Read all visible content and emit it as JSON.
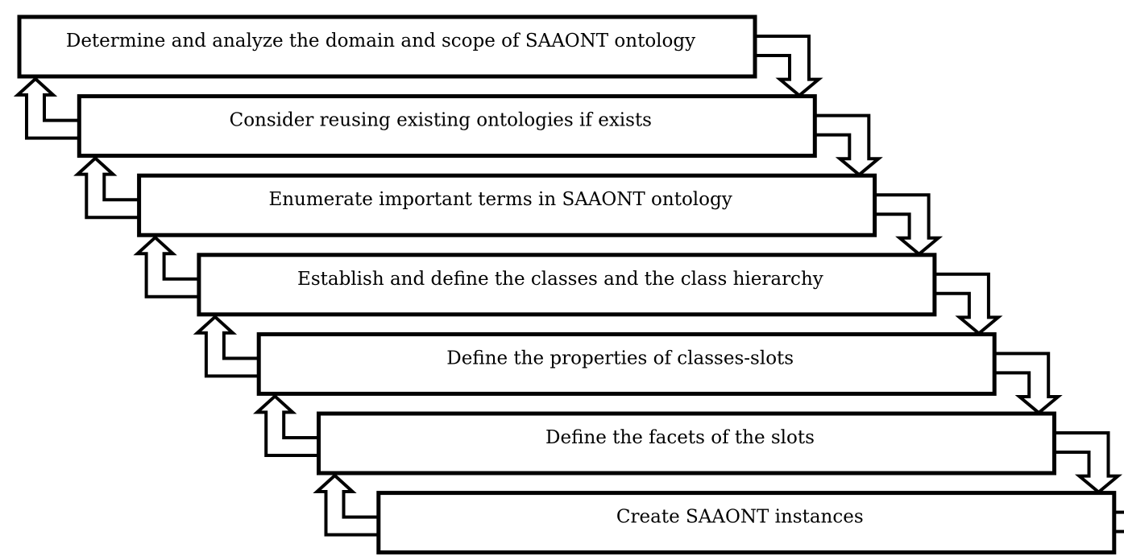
{
  "diagram": {
    "steps": [
      {
        "label": "Determine and analyze the domain and scope of SAAONT ontology"
      },
      {
        "label": "Consider reusing existing ontologies if exists"
      },
      {
        "label": "Enumerate important terms in SAAONT ontology"
      },
      {
        "label": "Establish and define the classes and the class hierarchy"
      },
      {
        "label": "Define the properties of classes-slots"
      },
      {
        "label": "Define the facets of the slots"
      },
      {
        "label": "Create SAAONT instances"
      }
    ]
  }
}
